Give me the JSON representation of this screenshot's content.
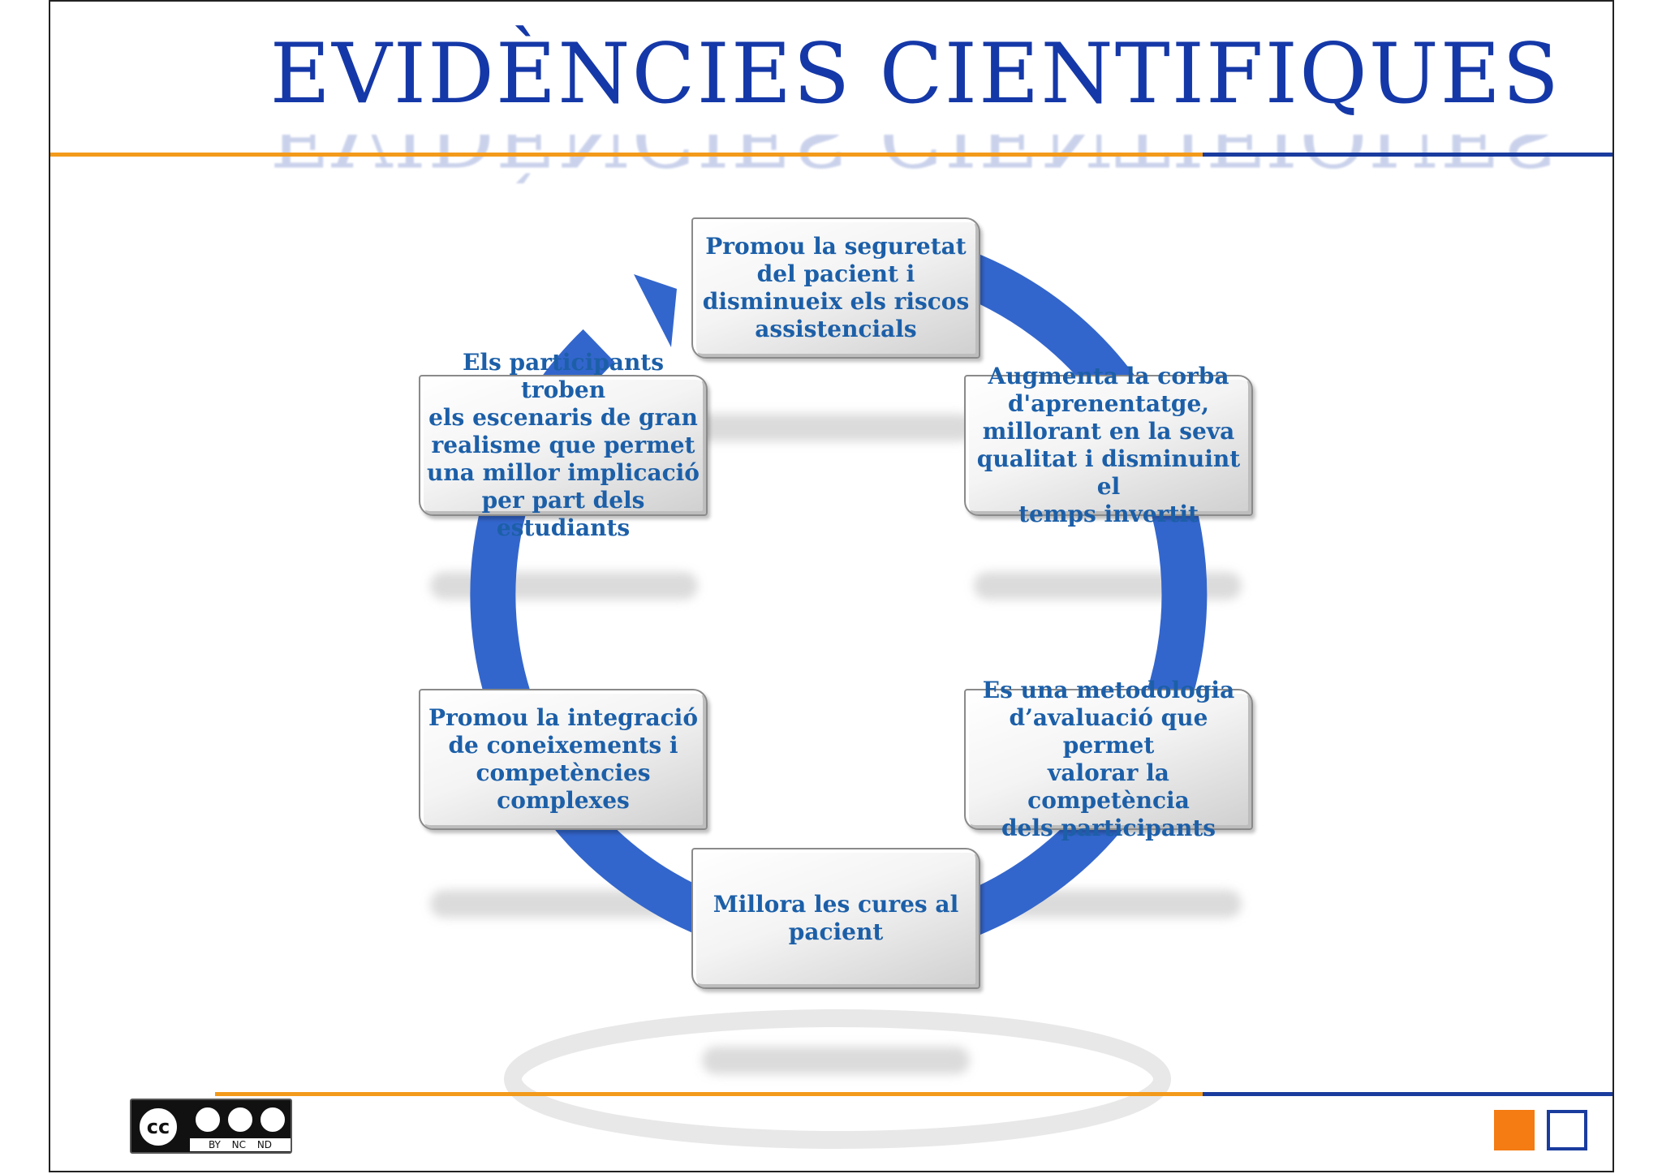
{
  "slide": {
    "title": "EVIDÈNCIES CIENTIFIQUES"
  },
  "cycle": {
    "nodes": [
      "Promou la seguretat\ndel pacient i\ndisminueix els riscos\nassistencials",
      "Augmenta la corba\nd'aprenentatge,\nmillorant en la seva\nqualitat i disminuint el\ntemps  invertit",
      "Es una metodologia\nd’avaluació que permet\nvalorar la competència\ndels participants",
      "Millora les cures al\npacient",
      "Promou la integració\nde coneixements i\ncompetències\ncomplexes",
      "Els participants troben\nels escenaris de gran\nrealisme  que permet\nuna millor implicació\nper part dels estudiants"
    ]
  },
  "footer": {
    "license_labels": "BY NC ND",
    "colors": {
      "title": "#1538a8",
      "node_text": "#1c5fa8",
      "ring": "#3366cc",
      "accent_orange": "#f39a1b",
      "accent_blue": "#1a3c9e"
    }
  }
}
